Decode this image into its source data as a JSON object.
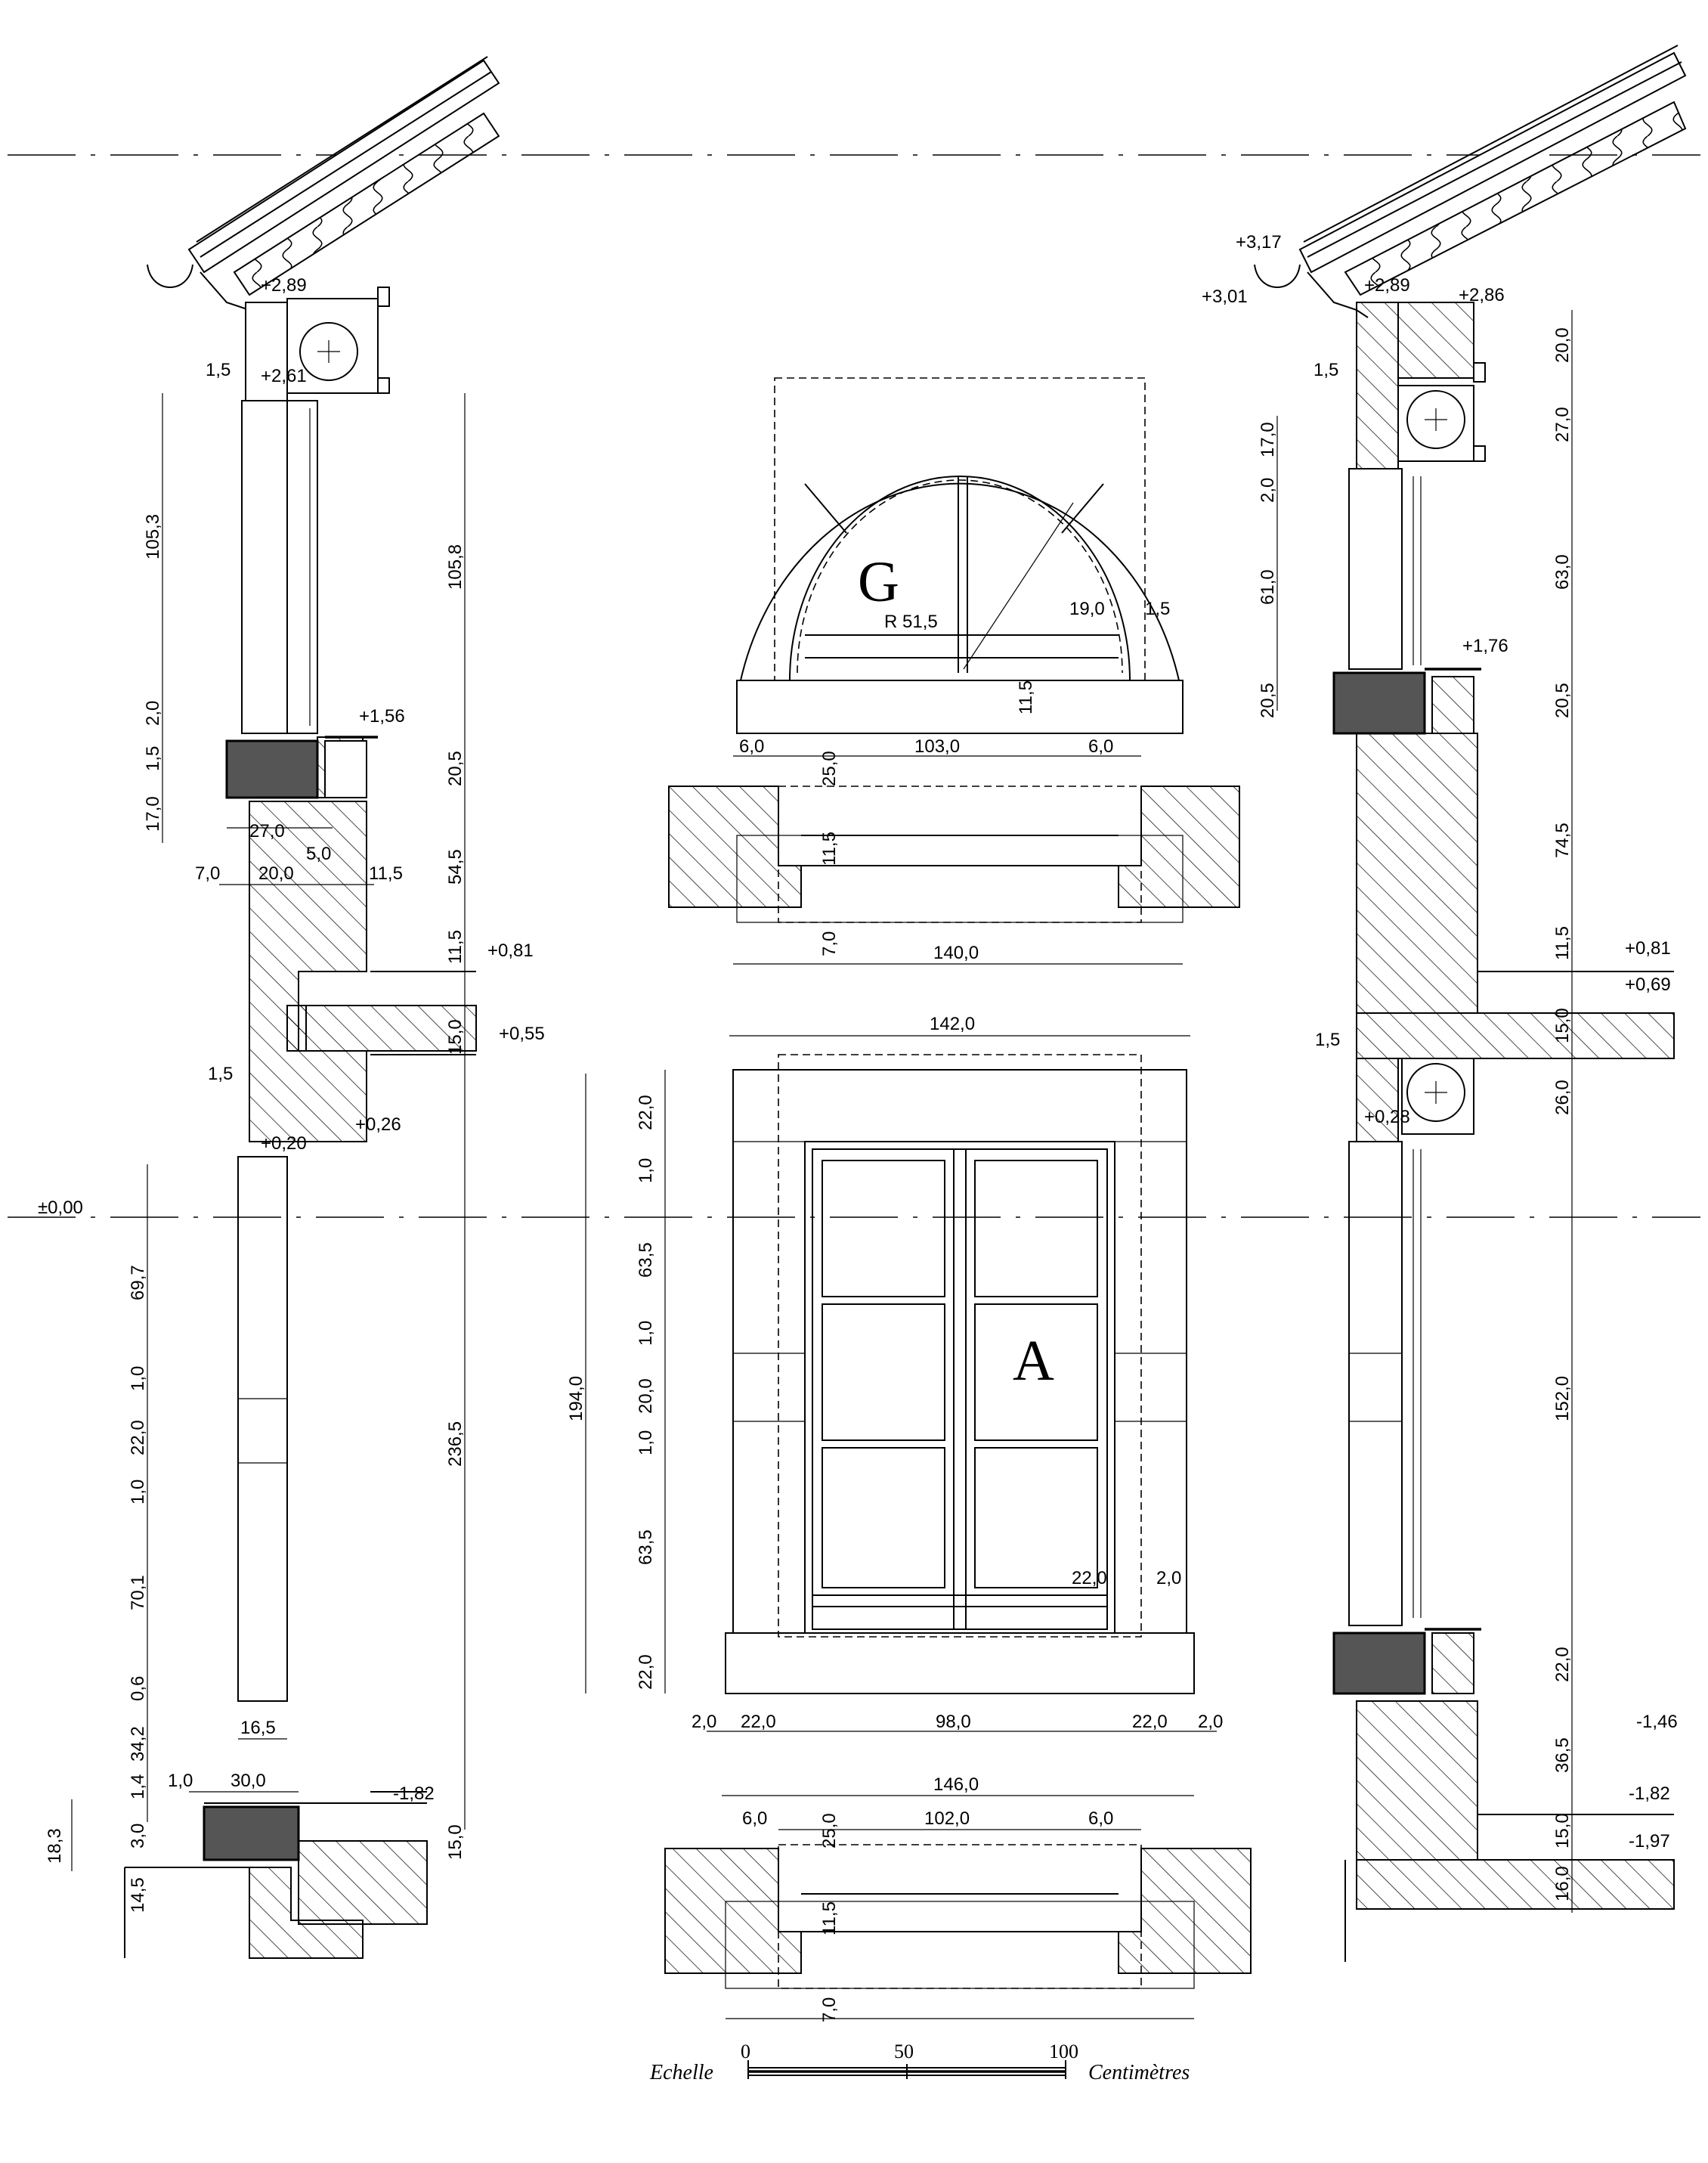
{
  "section_left": {
    "elevations": [
      "+2,89",
      "+2,61",
      "+1,56",
      "+0,81",
      "+0,55",
      "+0,26",
      "+0,20",
      "±0,00",
      "-1,82"
    ],
    "dims_vertical_left": [
      "1,5",
      "105,3",
      "2,0",
      "1,5",
      "17,0",
      "1,5",
      "69,7",
      "1,0",
      "22,0",
      "1,0",
      "70,1",
      "0,6",
      "34,2",
      "1,4",
      "3,0",
      "14,5",
      "18,3"
    ],
    "dims_vertical_right": [
      "105,8",
      "20,5",
      "54,5",
      "11,5",
      "15,0",
      "236,5",
      "15,0"
    ],
    "dims_horizontal": [
      "27,0",
      "5,0",
      "7,0",
      "20,0",
      "11,5",
      "16,5",
      "1,0",
      "30,0"
    ]
  },
  "center": {
    "window_g": {
      "label": "G",
      "radius": "R 51,5",
      "dims": [
        "19,0",
        "1,5",
        "11,5"
      ]
    },
    "plan_top": {
      "dims_top": [
        "6,0",
        "25,0",
        "103,0",
        "6,0"
      ],
      "dims_side": [
        "11,5",
        "7,0"
      ],
      "dim_total": "140,0"
    },
    "window_a": {
      "label": "A",
      "dim_top": "142,0",
      "dims_left": [
        "22,0",
        "1,0",
        "63,5",
        "1,0",
        "20,0",
        "1,0",
        "63,5",
        "22,0"
      ],
      "dim_height": "194,0",
      "dims_inner": [
        "22,0",
        "2,0"
      ],
      "dims_bottom": [
        "2,0",
        "22,0",
        "98,0",
        "22,0",
        "2,0"
      ],
      "dim_total": "146,0"
    },
    "plan_bottom": {
      "dims_top": [
        "6,0",
        "25,0",
        "102,0",
        "6,0"
      ],
      "dims_side": [
        "11,5",
        "7,0"
      ]
    }
  },
  "section_right": {
    "elevations": [
      "+3,17",
      "+3,01",
      "+2,89",
      "+2,86",
      "+1,76",
      "+0,81",
      "+0,69",
      "+0,28",
      "-1,46",
      "-1,82",
      "-1,97"
    ],
    "dims_vertical_left": [
      "1,5",
      "17,0",
      "2,0",
      "61,0",
      "20,5",
      "1,5"
    ],
    "dims_vertical_right": [
      "20,0",
      "27,0",
      "63,0",
      "20,5",
      "74,5",
      "11,5",
      "15,0",
      "26,0",
      "152,0",
      "22,0",
      "36,5",
      "15,0",
      "16,0"
    ]
  },
  "scale_bar": {
    "label": "Echelle",
    "unit": "Centimètres",
    "ticks": [
      "0",
      "50",
      "100"
    ]
  }
}
